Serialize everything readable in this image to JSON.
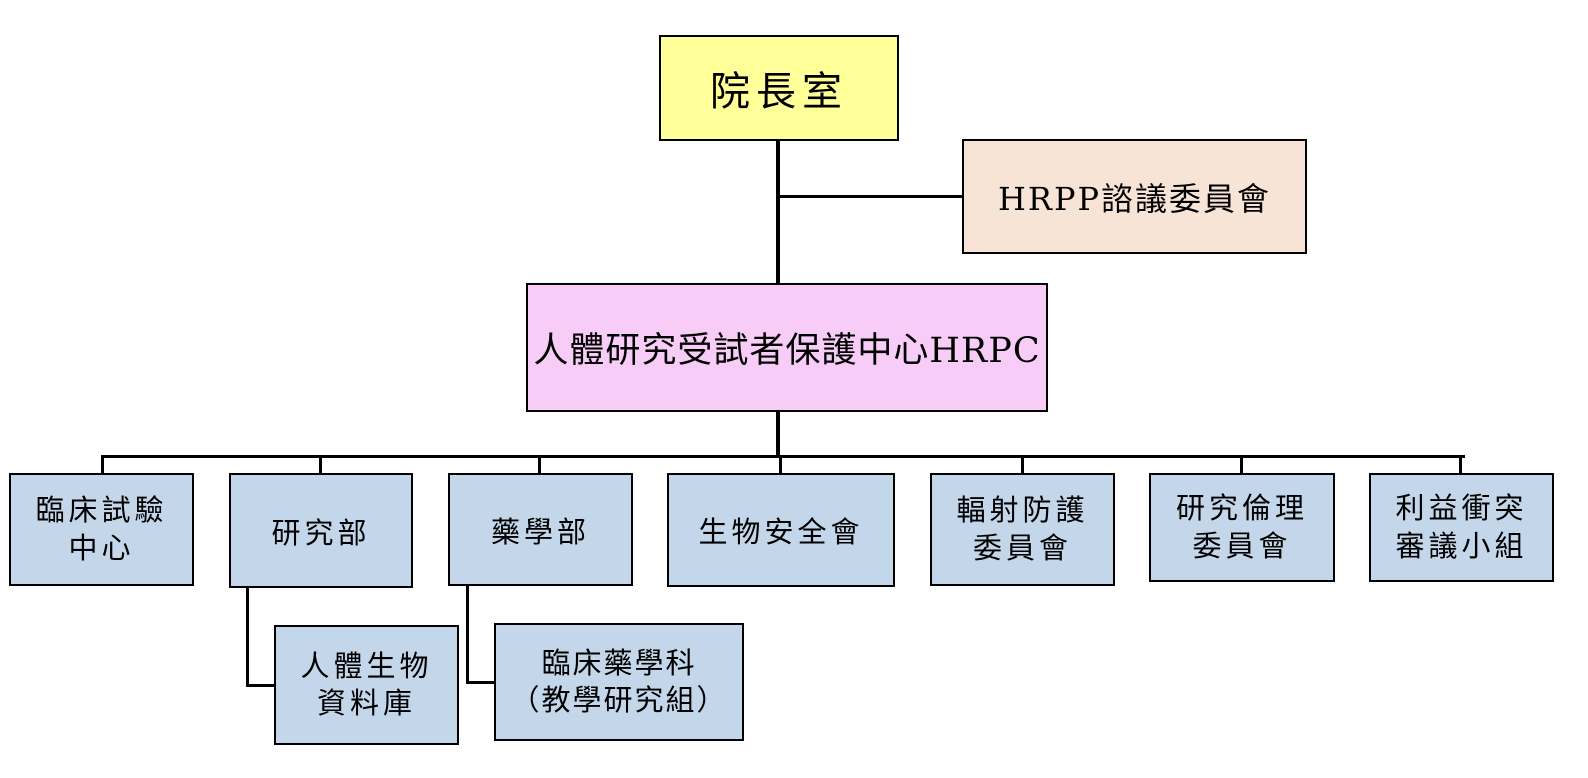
{
  "top": {
    "label": "院長室"
  },
  "advisory": {
    "label": "HRPP諮議委員會"
  },
  "center": {
    "label": "人體研究受試者保護中心HRPC"
  },
  "units": [
    {
      "lines": [
        "臨床試驗",
        "中心"
      ]
    },
    {
      "lines": [
        "研究部"
      ]
    },
    {
      "lines": [
        "藥學部"
      ]
    },
    {
      "lines": [
        "生物安全會"
      ]
    },
    {
      "lines": [
        "輻射防護",
        "委員會"
      ]
    },
    {
      "lines": [
        "研究倫理",
        "委員會"
      ]
    },
    {
      "lines": [
        "利益衝突",
        "審議小組"
      ]
    }
  ],
  "subunits": [
    {
      "lines": [
        "人體生物",
        "資料庫"
      ]
    },
    {
      "lines": [
        "臨床藥學科",
        "（教學研究組）"
      ]
    }
  ],
  "colors": {
    "top_fill": "#ffff99",
    "advisory_fill": "#f7e4d7",
    "center_fill": "#f7cdf7",
    "unit_fill": "#c4d7ea",
    "line": "#000000"
  }
}
